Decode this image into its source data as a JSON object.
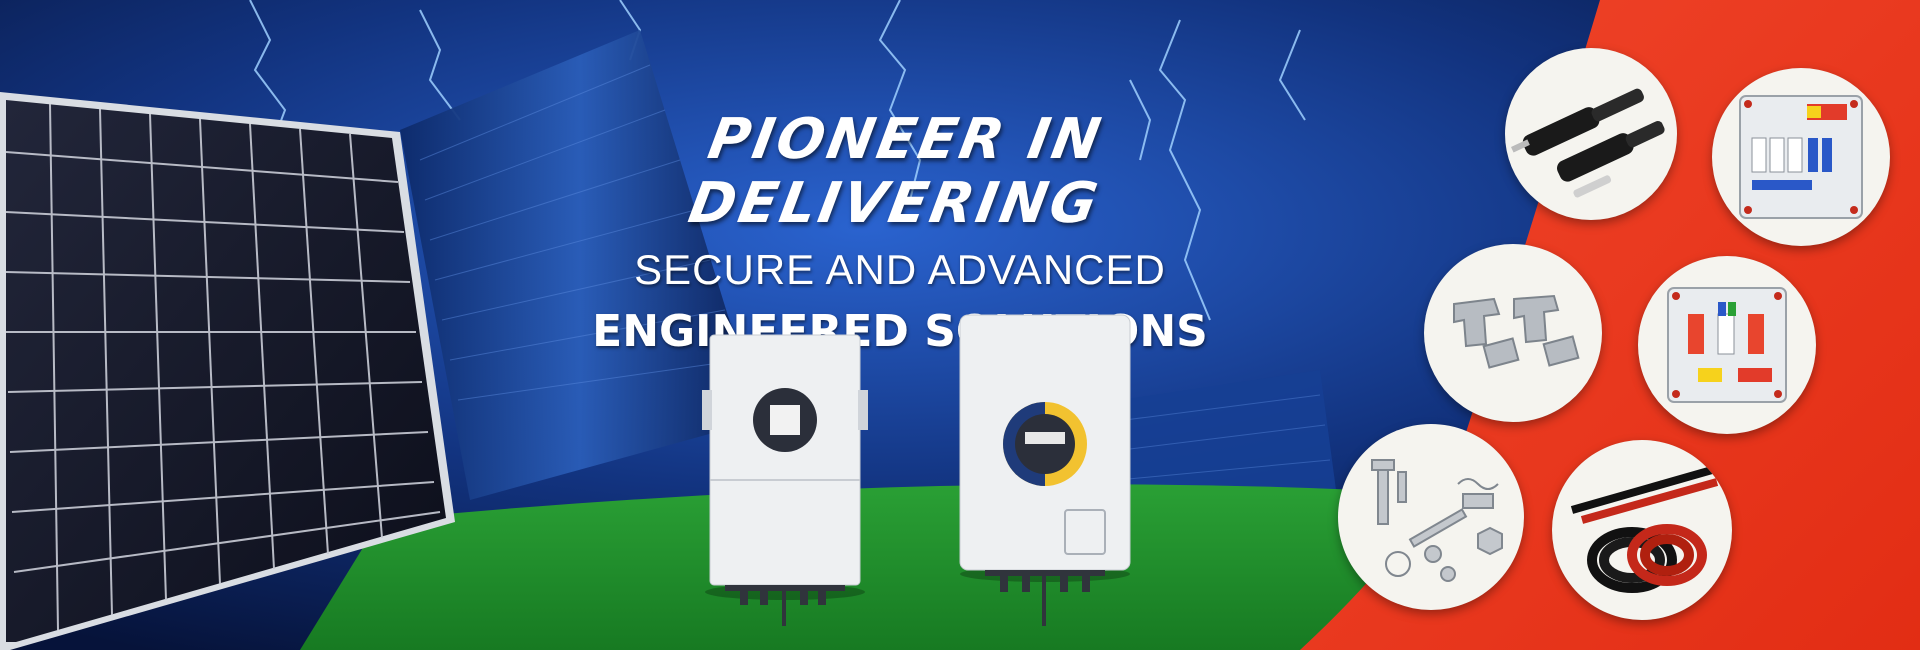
{
  "banner": {
    "headline_line1": "PIONEER IN DELIVERING",
    "headline_line2": "SECURE AND ADVANCED",
    "headline_line3": "ENGINEERED SOLUTIONS"
  },
  "colors": {
    "sky_dark": "#081a4d",
    "sky_light": "#1f4fb3",
    "ground_green": "#1f8a2a",
    "accent_red": "#e8341c",
    "panel_frame": "#d9dde3",
    "panel_cell": "#15182a",
    "device_white": "#eef0f2"
  },
  "icons": {
    "lightning": "lightning-icon",
    "building": "building-icon",
    "solar_panel": "solar-panel-icon",
    "inverter_hybrid": "hybrid-inverter-icon",
    "inverter_string": "string-inverter-icon",
    "connector": "mc4-connector-icon",
    "distribution_box": "distribution-box-icon",
    "mounting_clamp": "mounting-clamp-icon",
    "junction_box": "junction-box-icon",
    "fasteners": "fasteners-icon",
    "dc_cable": "dc-cable-icon"
  }
}
